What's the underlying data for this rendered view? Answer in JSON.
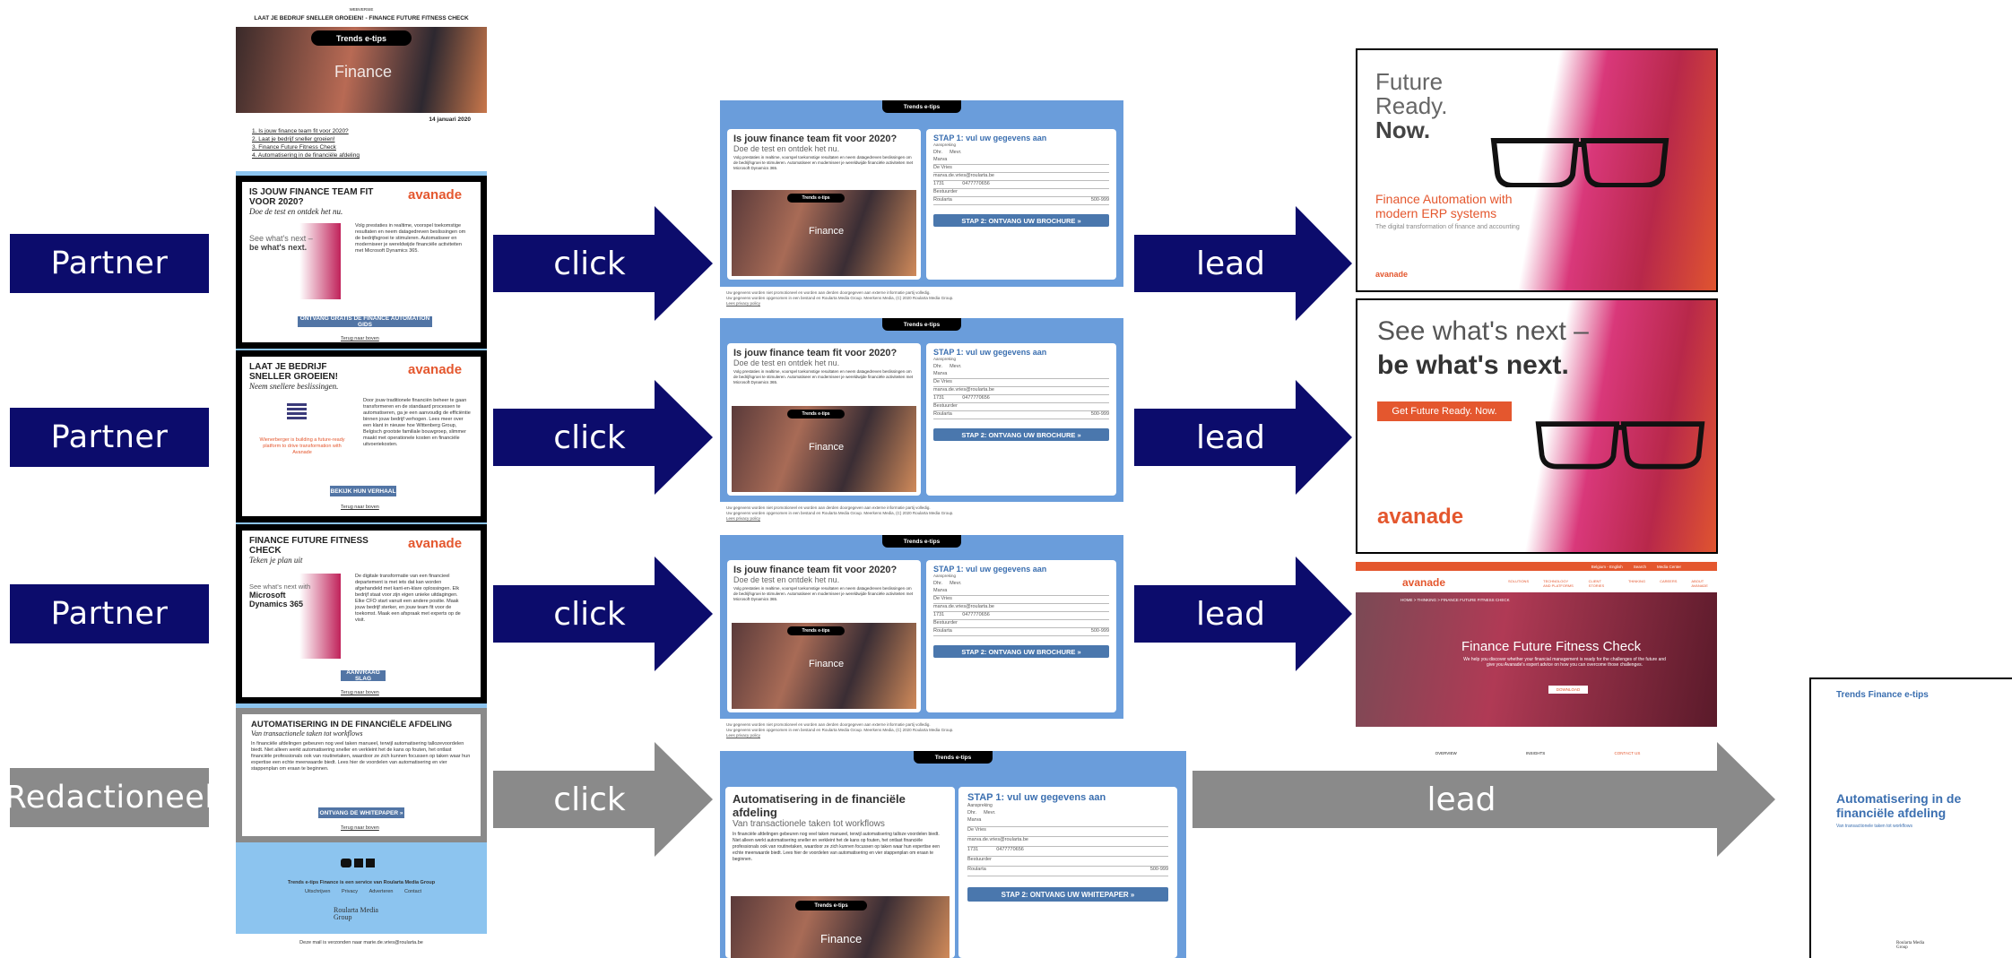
{
  "labels": {
    "partner": "Partner",
    "redactioneel": "Redactioneel",
    "click": "click",
    "lead": "lead"
  },
  "colors": {
    "partner_navy": "#0c0c6c",
    "redactioneel_grey": "#8a8a8a",
    "avanade_orange": "#e4572e",
    "newsletter_blue": "#8cc4ef"
  },
  "newsletter": {
    "header_small": "WEBVERSIE",
    "header_title": "LAAT JE BEDRIJF SNELLER GROEIEN! - FINANCE FUTURE FITNESS CHECK",
    "banner_pill": "Trends e-tips",
    "banner_word": "Finance",
    "date": "14 januari 2020",
    "toc": [
      "1. Is jouw finance team fit voor 2020?",
      "2. Laat je bedrijf sneller groeien!",
      "3. Finance Future Fitness Check",
      "4. Automatisering in de financiële afdeling"
    ],
    "card1": {
      "title": "IS JOUW FINANCE TEAM FIT VOOR 2020?",
      "subtitle": "Doe de test en ontdek het nu.",
      "brand": "avanade",
      "ad_text_1": "See what's next –",
      "ad_text_2": "be what's next.",
      "body": "Volg prestaties in realtime, voorspel toekomstige resultaten en neem datagedreven beslissingen om de bedrijfsgroei te stimuleren. Automatiseer en moderniseer je wereldwijde financiële activiteiten met Microsoft Dynamics 365.",
      "button": "ONTVANG GRATIS DE FINANCE AUTOMATION GIDS",
      "small_link": "Terug naar boven"
    },
    "card2": {
      "title": "LAAT JE BEDRIJF SNELLER GROEIEN!",
      "subtitle": "Neem snellere beslissingen.",
      "brand": "avanade",
      "ad_text": "Wienerberger is building a future-ready platform to drive transformation with Avanade",
      "body": "Door jouw traditionele financiën beheer te gaan transformeren en de standaard processen te automatiseren, ga je een aanvoudig de efficiëntie binnen jouw bedrijf verhogen. Lees meer over een klant in nieuwe hoe Wittenberg Group, Belgisch grootste familiale bouwgroep, slimmer maakt met operationele kosten en financiële uitvoeriekosten.",
      "button": "BEKIJK HUN VERHAAL",
      "small_link": "Terug naar boven"
    },
    "card3": {
      "title": "FINANCE FUTURE FITNESS CHECK",
      "subtitle": "Teken je plan uit",
      "brand": "avanade",
      "ad_text_1": "See what's next with",
      "ad_text_2": "Microsoft Dynamics 365",
      "body": "De digitale transformatie van een financieel departement is met iets dat kan worden afgehandeld met kant-en-klare oplossingen. Elk bedrijf staat voor zijn eigen unieke uitdagingen. Elke CFO start vanuit een andere positie. Maak jouw bedrijf sterker, en jouw team fit voor de toekomst. Maak een afspraak met experts op de visit.",
      "button": "AANVRAAG SLAG",
      "small_link": "Terug naar boven"
    },
    "card4": {
      "title": "AUTOMATISERING IN DE FINANCIËLE AFDELING",
      "subtitle": "Van transactionele taken tot workflows",
      "body": "In financiële afdelingen gebeuren nog veel taken manueel, terwijl automatisering tallozevoordelen biedt. Niet alleen werkt automatisering sneller en verkleint het de kans op fouten, het ontlast financiële professionals ook van routinetaken, waardoor ze zich kunnen focussen op taken waar hun expertise een echte meerwaarde biedt. Lees hier de voordelen van automatisering en vier stappenplan om eraan te beginnen.",
      "button": "ONTVANG DE WHITEPAPER »",
      "small_link": "Terug naar boven"
    },
    "footer_text": "Trends e-tips Finance is een service van Roularta Media Group",
    "footer_links": [
      "Uitschrijven",
      "Privacy",
      "Adverteren",
      "Contact"
    ],
    "publisher": "Roularta Media Group",
    "bottom_note": "Deze mail is verzonden naar marie.de.vries@roularta.be"
  },
  "landing": {
    "pill": "Trends e-tips",
    "title": "Is jouw finance team fit voor 2020?",
    "subtitle": "Doe de test en ontdek het nu.",
    "body": "Volg prestaties in realtime, voorspel toekomstige resultaten en neem datagedreven beslissingen om de bedrijfsgroei te stimuleren. Automatiseer en moderniseer je wereldwijde financiële activiteiten met Microsoft Dynamics 365.",
    "image_pill": "Trends e-tips",
    "image_word": "Finance",
    "stap": "STAP 1: vul uw gegevens aan",
    "form_label": "Aanspreking",
    "radio_1": "Dhr.",
    "radio_2": "Mevr.",
    "first_name": "Marva",
    "last_name": "De Vries",
    "email": "marva.de.vries@roularta.be",
    "postcode": "1731",
    "phone": "0477770656",
    "company": "Bestuurder",
    "company_name": "Roularta",
    "size": "500-999",
    "button_brochure": "STAP 2: ONTVANG UW BROCHURE »",
    "foot_1": "Uw gegevens worden niet promotioneel en worden aan derden doorgegeven aan externe informatie partij volledig.",
    "foot_2": "Uw gegevens worden opgenomen in een bestand en Roularta Media Group. Meerkens Media, (C) 2020 Roularta Media Group.",
    "foot_3": "Lees privacy policy",
    "lp4_title": "Automatisering in de financiële afdeling",
    "lp4_subtitle": "Van transactionele taken tot workflows",
    "lp4_body": "In financiële afdelingen gebeuren nog veel taken manueel, terwijl automatisering talloze voordelen biedt. Niet alleen werkt automatisering sneller en verkleint het de kans op fouten, het ontlast financiële professionals ook van routinetaken, waardoor ze zich kunnen focussen op taken waar hun expertise een echte meerwaarde biedt. Lees hier de voordelen van automatisering en vier stappenplan om eraan te beginnen.",
    "button_whitepaper": "STAP 2: ONTVANG UW WHITEPAPER »"
  },
  "ads": {
    "ad1": {
      "line1": "Future",
      "line2": "Ready.",
      "line3": "Now.",
      "orange_1": "Finance Automation with",
      "orange_2": "modern ERP systems",
      "small": "The digital transformation of finance and accounting",
      "brand": "avanade"
    },
    "ad2": {
      "line1": "See what's next –",
      "line2": "be what's next.",
      "button": "Get Future Ready. Now.",
      "brand": "avanade"
    },
    "ad3": {
      "topbar": "Belgium - English",
      "search": "Search",
      "media": "Media Center",
      "brand": "avanade",
      "nav": [
        "SOLUTIONS",
        "TECHNOLOGY AND PLATFORMS",
        "CLIENT STORIES",
        "THINKING",
        "CAREERS",
        "ABOUT AVANADE"
      ],
      "breadcrumb": "HOME > THINKING > FINANCE FUTURE FITNESS CHECK",
      "title": "Finance Future Fitness Check",
      "body": "We help you discover whether your financial management is ready for the challenges of the future and give you Avanade's expert advice on how you can overcome those challenges.",
      "button": "DOWNLOAD",
      "tabs": [
        "OVERVIEW",
        "INSIGHTS",
        "CONTACT US"
      ]
    },
    "ad4": {
      "header": "Trends Finance e-tips",
      "title": "Automatisering in de financiële afdeling",
      "subtitle": "Van transactionele taken tot workflows",
      "publisher": "Roularta Media Group"
    }
  }
}
